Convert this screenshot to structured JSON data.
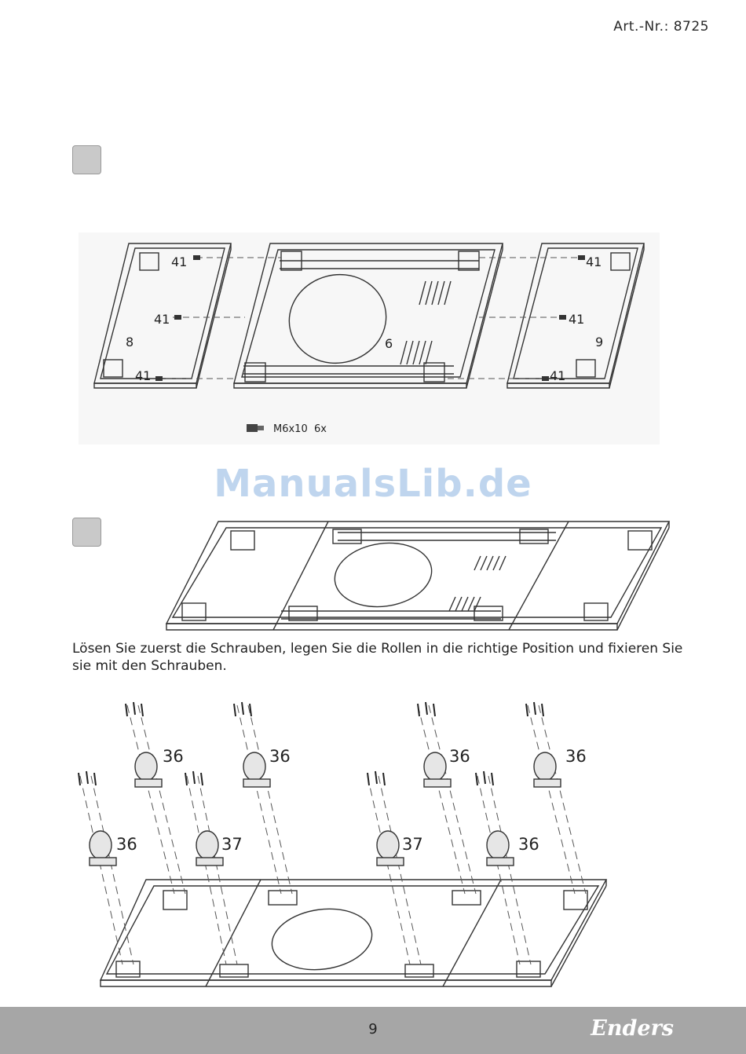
{
  "header": {
    "art_nr": "Art.-Nr.: 8725"
  },
  "watermark": "ManualsLib.de",
  "figure1": {
    "screw_label": "41",
    "part_left": "8",
    "part_center": "6",
    "part_right": "9",
    "screw_size": "M6x10",
    "screw_count": "6x"
  },
  "instruction": "Lösen Sie zuerst die Schrauben, legen Sie die Rollen in die richtige Position und fixieren Sie sie mit den Schrauben.",
  "figure3": {
    "caster_a": "36",
    "caster_b": "37"
  },
  "footer": {
    "page_number": "9",
    "brand": "Enders"
  }
}
